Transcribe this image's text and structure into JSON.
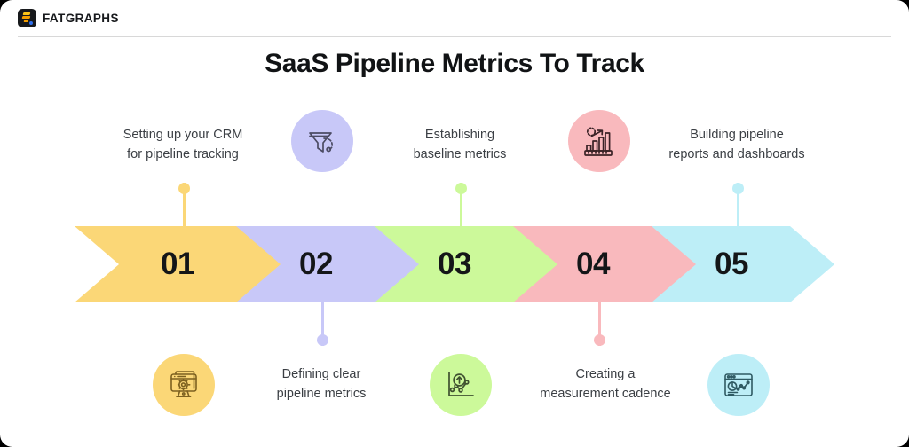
{
  "brand": {
    "name": "FATGRAPHS",
    "logo_icon": "fatgraphs-logo-icon",
    "logo_colors": {
      "background": "#17191c",
      "bar_primary": "#fcc419",
      "bar_secondary": "#f59f00",
      "dot": "#2f6fed"
    }
  },
  "header": {
    "title": "SaaS Pipeline Metrics To Track"
  },
  "colors": {
    "step_01": "#fbd777",
    "step_02": "#c8c8f8",
    "step_03": "#ccf99a",
    "step_04": "#f9b9bd",
    "step_05": "#bdeef7",
    "text": "#3b3f44",
    "number": "#141618"
  },
  "steps": [
    {
      "number": "01",
      "caption": "Setting up your CRM\nfor pipeline tracking",
      "caption_line1": "Setting up your CRM",
      "caption_line2": "for pipeline tracking",
      "caption_position": "top",
      "icon_position": "bottom",
      "icon": "monitor-gear-icon",
      "color": "#fbd777",
      "connector_color": "#fbd777",
      "icon_stroke": "#b08a2e"
    },
    {
      "number": "02",
      "caption_line1": "Defining clear",
      "caption_line2": "pipeline metrics",
      "caption_position": "bottom",
      "icon_position": "top",
      "icon": "funnel-icon",
      "color": "#c8c8f8",
      "connector_color": "#c8c8f8",
      "icon_stroke": "#4b4b63"
    },
    {
      "number": "03",
      "caption_line1": "Establishing",
      "caption_line2": "baseline metrics",
      "caption_position": "top",
      "icon_position": "bottom",
      "icon": "line-chart-up-icon",
      "color": "#ccf99a",
      "connector_color": "#ccf99a",
      "icon_stroke": "#3f5130"
    },
    {
      "number": "04",
      "caption_line1": "Creating a",
      "caption_line2": "measurement cadence",
      "caption_position": "bottom",
      "icon_position": "top",
      "icon": "bar-chart-growth-icon",
      "color": "#f9b9bd",
      "connector_color": "#f9b9bd",
      "icon_stroke": "#3a2226"
    },
    {
      "number": "05",
      "caption_line1": "Building pipeline",
      "caption_line2": "reports and dashboards",
      "caption_position": "top",
      "icon_position": "bottom",
      "icon": "dashboard-window-icon",
      "color": "#bdeef7",
      "connector_color": "#bdeef7",
      "icon_stroke": "#2f5a63"
    }
  ]
}
